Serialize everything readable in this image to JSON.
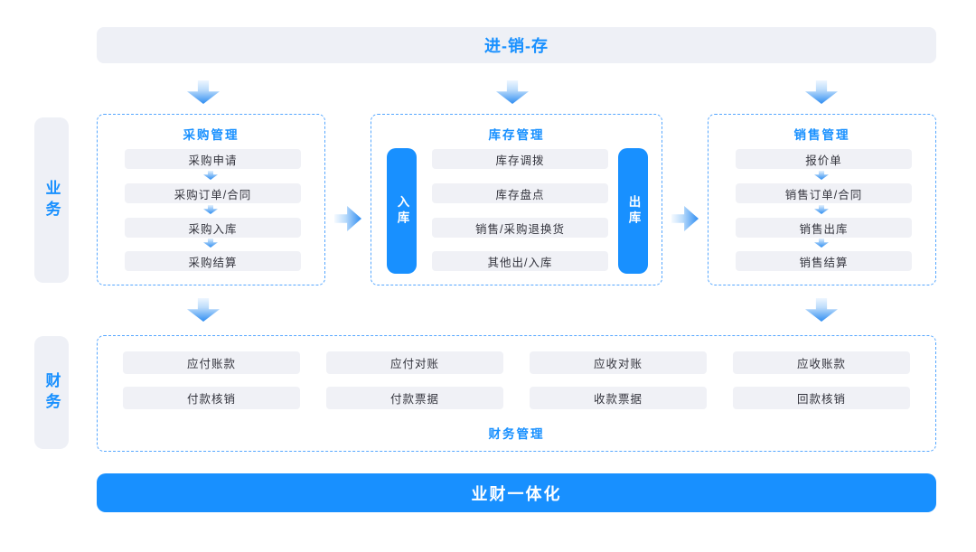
{
  "colors": {
    "accent_blue": "#1890ff",
    "light_panel": "#eef0f6",
    "item_pill_bg": "#f0f1f6",
    "dashed_border": "#56a7ff",
    "item_text": "#33343d"
  },
  "top_banner": {
    "label": "进-销-存"
  },
  "side_labels": {
    "business": "业务",
    "finance": "财务"
  },
  "groups": [
    {
      "title": "采购管理",
      "items": [
        "采购申请",
        "采购订单/合同",
        "采购入库",
        "采购结算"
      ]
    },
    {
      "title": "库存管理",
      "left_pill": "入库",
      "right_pill": "出库",
      "items": [
        "库存调拨",
        "库存盘点",
        "销售/采购退换货",
        "其他出/入库"
      ]
    },
    {
      "title": "销售管理",
      "items": [
        "报价单",
        "销售订单/合同",
        "销售出库",
        "销售结算"
      ]
    }
  ],
  "finance": {
    "title": "财务管理",
    "rows": [
      [
        "应付账款",
        "应付对账",
        "应收对账",
        "应收账款"
      ],
      [
        "付款核销",
        "付款票据",
        "收款票据",
        "回款核销"
      ]
    ]
  },
  "bottom_banner": {
    "label": "业财一体化"
  }
}
